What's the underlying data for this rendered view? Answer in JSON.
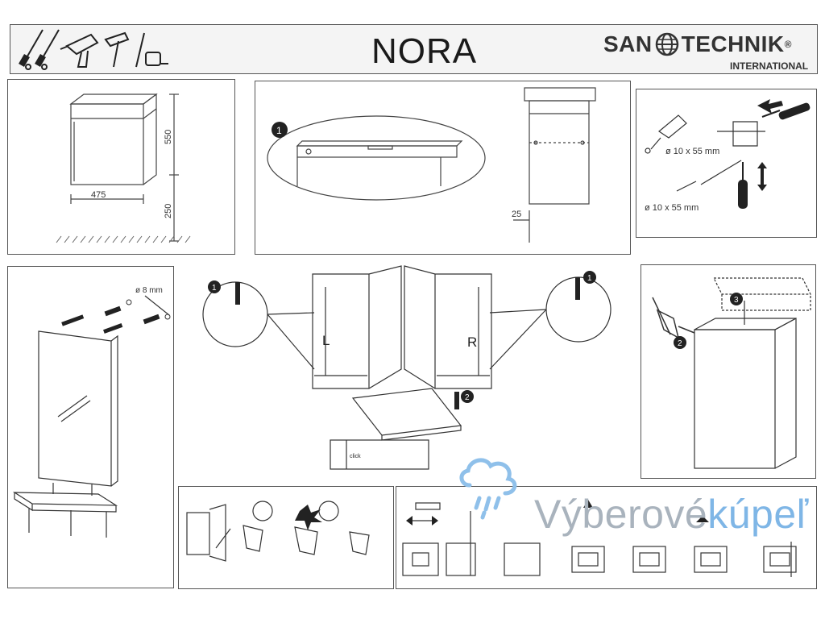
{
  "header": {
    "product_name": "NORA",
    "brand_left": "SAN",
    "brand_right": "TECHNIK",
    "brand_tm": "®",
    "brand_sub": "INTERNATIONAL",
    "tool_icons": [
      "screwdriver-icon",
      "screwdriver-icon",
      "drill-icon",
      "hammer-icon",
      "ruler-icon",
      "tape-measure-icon"
    ]
  },
  "dimensions": {
    "width": "475",
    "height": "550",
    "floor_clearance": "250"
  },
  "wall_mount": {
    "step": "1",
    "offset": "25"
  },
  "drilling": {
    "hole_top": "ø 10 x 55 mm",
    "hole_bottom": "ø 10 x 55 mm"
  },
  "mirror": {
    "hole": "ø 8 mm"
  },
  "hinges": {
    "step_left": "1",
    "step_right": "1",
    "label_left": "L",
    "label_right": "R",
    "step_bottom": "2",
    "clip_label": "click"
  },
  "basin": {
    "step_sealant": "2",
    "step_basin": "3"
  },
  "watermark": {
    "text_main": "Výberové",
    "text_accent": "kúpeľ"
  }
}
